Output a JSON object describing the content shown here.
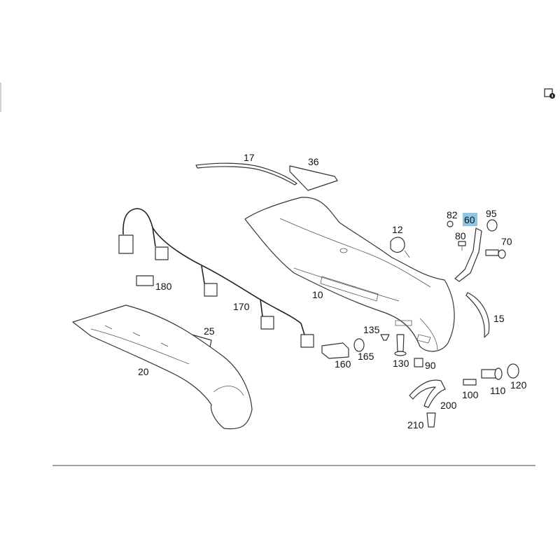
{
  "diagram": {
    "highlight_color": "#8fc6e6",
    "highlighted_part": "60",
    "info_icon": "document-info-icon",
    "callouts": [
      "17",
      "36",
      "82",
      "60",
      "95",
      "12",
      "80",
      "70",
      "180",
      "10",
      "170",
      "15",
      "25",
      "135",
      "20",
      "160",
      "165",
      "130",
      "90",
      "100",
      "110",
      "120",
      "200",
      "210"
    ]
  }
}
